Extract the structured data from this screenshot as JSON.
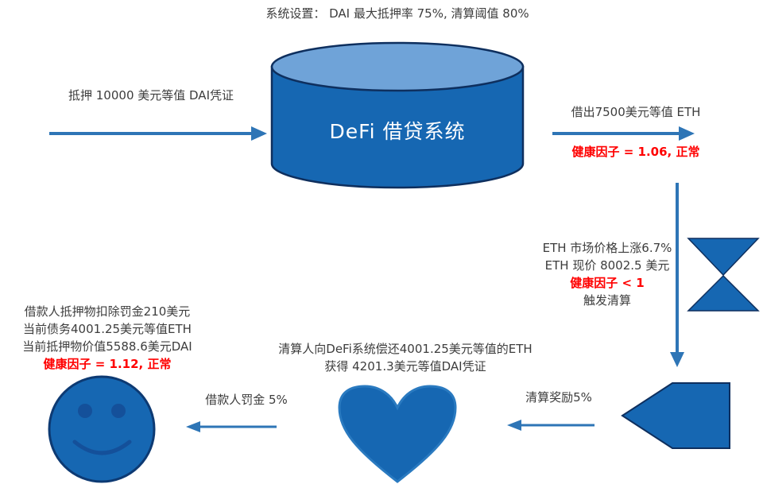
{
  "colors": {
    "shape_blue": "#1667b2",
    "cylinder_top_blue": "#6fa3d8",
    "outline_navy": "#0e2f5e",
    "arrow_blue": "#2e75b6",
    "text_gray": "#3d3d3d",
    "alert_red": "#ff0000",
    "background": "#ffffff"
  },
  "icons": {
    "system_node": "database-cylinder-icon",
    "borrower_node": "smiley-face-icon",
    "liquidator_node": "heart-icon",
    "flow_node": "left-pentagon-arrow-icon",
    "market_event_node": "hourglass-triangles-icon"
  },
  "header": {
    "system_settings": "系统设置： DAI 最大抵押率 75%, 清算阈值 80%"
  },
  "system": {
    "title": "DeFi 借贷系统"
  },
  "flows": {
    "deposit": {
      "label": "抵押 10000 美元等值 DAI凭证"
    },
    "borrow": {
      "label": "借出7500美元等值 ETH",
      "health": "健康因子 = 1.06, 正常"
    },
    "market": {
      "line1": "ETH 市场价格上涨6.7%",
      "line2": "ETH 现价 8002.5 美元",
      "health": "健康因子 < 1",
      "line3": "触发清算"
    },
    "borrower_result": {
      "line1": "借款人抵押物扣除罚金210美元",
      "line2": "当前债务4001.25美元等值ETH",
      "line3": "当前抵押物价值5588.6美元DAI",
      "health": "健康因子 = 1.12, 正常"
    },
    "liquidation": {
      "line1": "清算人向DeFi系统偿还4001.25美元等值的ETH",
      "line2": "获得 4201.3美元等值DAI凭证"
    },
    "penalty": {
      "label": "借款人罚金 5%"
    },
    "reward": {
      "label": "清算奖励5%"
    }
  }
}
